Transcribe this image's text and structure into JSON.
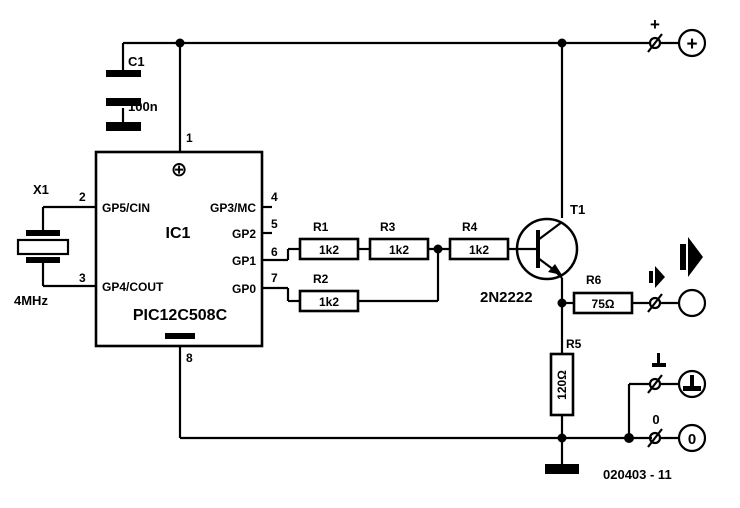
{
  "ic": {
    "ref": "IC1",
    "part": "PIC12C508C",
    "plus_symbol": "⊕",
    "pins": {
      "gp5": "GP5/CIN",
      "gp4": "GP4/COUT",
      "gp3": "GP3/MC",
      "gp2": "GP2",
      "gp1": "GP1",
      "gp0": "GP0",
      "n1": "1",
      "n2": "2",
      "n3": "3",
      "n4": "4",
      "n5": "5",
      "n6": "6",
      "n7": "7",
      "n8": "8"
    }
  },
  "c1": {
    "ref": "C1",
    "value": "100n"
  },
  "x1": {
    "ref": "X1",
    "value": "4MHz"
  },
  "resistors": {
    "r1": {
      "ref": "R1",
      "value": "1k2"
    },
    "r2": {
      "ref": "R2",
      "value": "1k2"
    },
    "r3": {
      "ref": "R3",
      "value": "1k2"
    },
    "r4": {
      "ref": "R4",
      "value": "1k2"
    },
    "r5": {
      "ref": "R5",
      "value": "120Ω"
    },
    "r6": {
      "ref": "R6",
      "value": "75Ω"
    }
  },
  "t1": {
    "ref": "T1",
    "part": "2N2222"
  },
  "terminals": {
    "plus_mark": "+",
    "plus_circle": "+",
    "zero_mark": "0",
    "zero_circle": "0"
  },
  "footer": {
    "code": "020403 - 11"
  }
}
